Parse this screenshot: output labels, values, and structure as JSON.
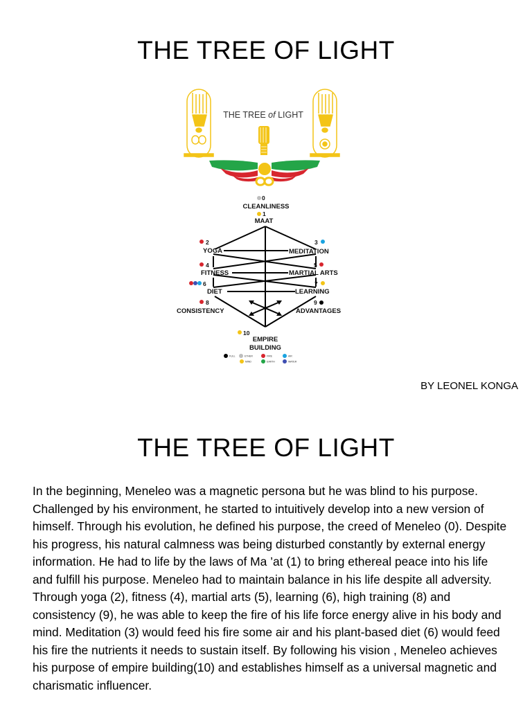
{
  "slide1": {
    "title": "THE TREE OF LIGHT",
    "figure_title_pre": "THE TREE ",
    "figure_title_of": "of",
    "figure_title_post": " LIGHT",
    "byline": "BY LEONEL KONGA"
  },
  "tree": {
    "nodes": [
      {
        "num": "0",
        "label": "CLEANLINESS"
      },
      {
        "num": "1",
        "label": "MAAT"
      },
      {
        "num": "2",
        "label": "YOGA"
      },
      {
        "num": "3",
        "label": "MEDITATION"
      },
      {
        "num": "4",
        "label": "FITNESS"
      },
      {
        "num": "5",
        "label": "MARTIAL ARTS"
      },
      {
        "num": "6",
        "label": "DIET"
      },
      {
        "num": "7",
        "label": "LEARNING"
      },
      {
        "num": "8",
        "label": "CONSISTENCY"
      },
      {
        "num": "9",
        "label": "ADVANTAGES"
      },
      {
        "num": "10",
        "label": "EMPIRE"
      },
      {
        "num": "",
        "label": "BUILDING"
      }
    ],
    "legend": [
      {
        "label": "FULL",
        "color": "#000000"
      },
      {
        "label": "ETHER",
        "color": "#bdbdbd"
      },
      {
        "label": "FIRE",
        "color": "#d7262e"
      },
      {
        "label": "AIR",
        "color": "#1aa3e0"
      },
      {
        "label": "MIND",
        "color": "#f3c417"
      },
      {
        "label": "EARTH",
        "color": "#24a548"
      },
      {
        "label": "WATER",
        "color": "#3f4fb2"
      }
    ],
    "colors": {
      "gold": "#f3c417",
      "red": "#d7262e",
      "green": "#24a548",
      "blue": "#1aa3e0",
      "navy": "#3f4fb2",
      "gray": "#bdbdbd",
      "black": "#000000"
    }
  },
  "slide2": {
    "title": "THE TREE OF LIGHT",
    "paragraph": "In the beginning, Meneleo was a magnetic persona but he was blind to his purpose. Challenged by his environment, he started to intuitively develop into a new version of himself. Through his evolution, he defined his purpose, the creed of Meneleo (0). Despite his progress, his natural calmness was being disturbed constantly by external energy information. He had to life by the laws of Ma ’at (1) to bring ethereal peace into his life and  fulfill his purpose. Meneleo had to maintain balance in his life despite all adversity. Through yoga (2), fitness (4), martial arts (5), learning (6), high training (8) and consistency (9), he was able to keep the fire of his life force energy alive in his body and mind. Meditation (3) would feed his fire some air and his plant-based diet (6) would feed his fire the nutrients it needs to sustain itself. By following his vision , Meneleo achieves his purpose of empire building(10) and establishes himself as a universal magnetic and charismatic influencer."
  }
}
